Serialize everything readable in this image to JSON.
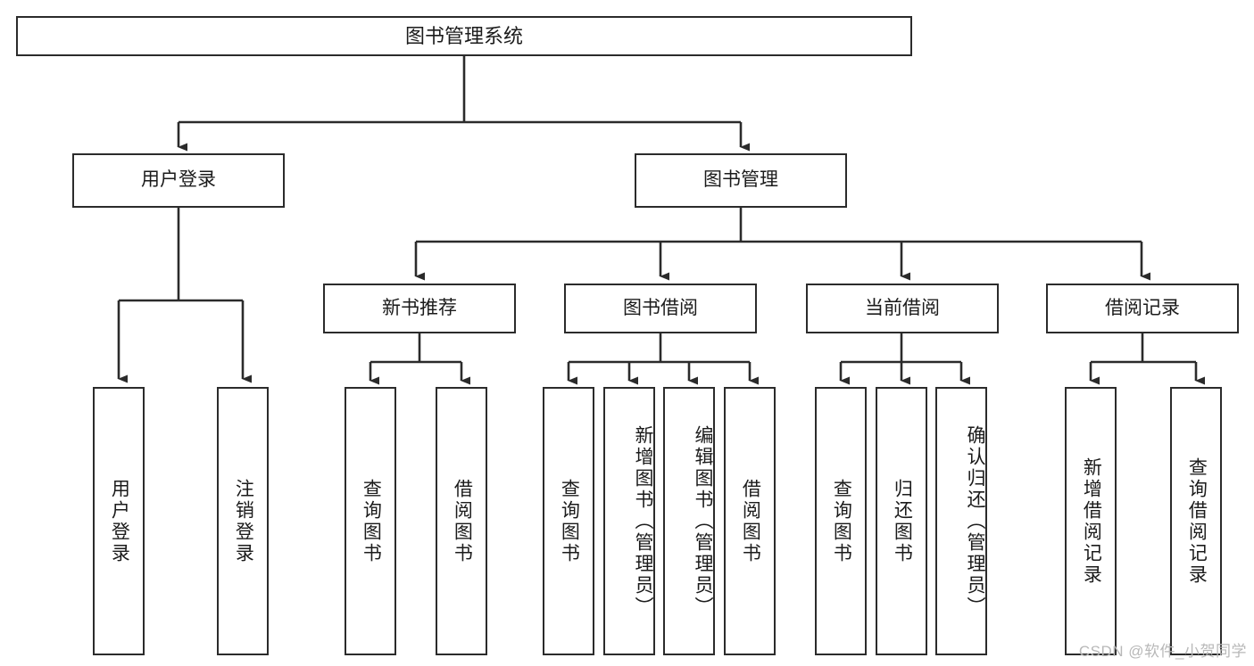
{
  "diagram": {
    "type": "tree-hierarchy",
    "title": "图书管理系统",
    "root": {
      "label": "图书管理系统"
    },
    "level2": [
      {
        "id": "user-login",
        "label": "用户登录"
      },
      {
        "id": "book-management",
        "label": "图书管理"
      }
    ],
    "level3": [
      {
        "id": "new-book-recommend",
        "label": "新书推荐",
        "parent": "book-management"
      },
      {
        "id": "book-borrow",
        "label": "图书借阅",
        "parent": "book-management"
      },
      {
        "id": "current-borrow",
        "label": "当前借阅",
        "parent": "book-management"
      },
      {
        "id": "borrow-record",
        "label": "借阅记录",
        "parent": "book-management"
      }
    ],
    "leaves": [
      {
        "id": "leaf-user-login",
        "label": "用户登录",
        "parent": "user-login"
      },
      {
        "id": "leaf-logout-login",
        "label": "注销登录",
        "parent": "user-login"
      },
      {
        "id": "leaf-query-book-1",
        "label": "查询图书",
        "parent": "new-book-recommend"
      },
      {
        "id": "leaf-borrow-book-1",
        "label": "借阅图书",
        "parent": "new-book-recommend"
      },
      {
        "id": "leaf-query-book-2",
        "label": "查询图书",
        "parent": "book-borrow"
      },
      {
        "id": "leaf-add-book",
        "label": "新增图书（管理员）",
        "parent": "book-borrow"
      },
      {
        "id": "leaf-edit-book",
        "label": "编辑图书（管理员）",
        "parent": "book-borrow"
      },
      {
        "id": "leaf-borrow-book-2",
        "label": "借阅图书",
        "parent": "book-borrow"
      },
      {
        "id": "leaf-query-book-3",
        "label": "查询图书",
        "parent": "current-borrow"
      },
      {
        "id": "leaf-return-book",
        "label": "归还图书",
        "parent": "current-borrow"
      },
      {
        "id": "leaf-confirm-return",
        "label": "确认归还（管理员）",
        "parent": "current-borrow"
      },
      {
        "id": "leaf-add-record",
        "label": "新增借阅记录",
        "parent": "borrow-record"
      },
      {
        "id": "leaf-query-record",
        "label": "查询借阅记录",
        "parent": "borrow-record"
      }
    ]
  },
  "watermark": {
    "text": "CSDN @软件_小贺同学"
  },
  "colors": {
    "stroke": "#2b2b2b",
    "fill": "#ffffff",
    "text": "#1b1b1b",
    "watermark": "#b8b8b8"
  }
}
